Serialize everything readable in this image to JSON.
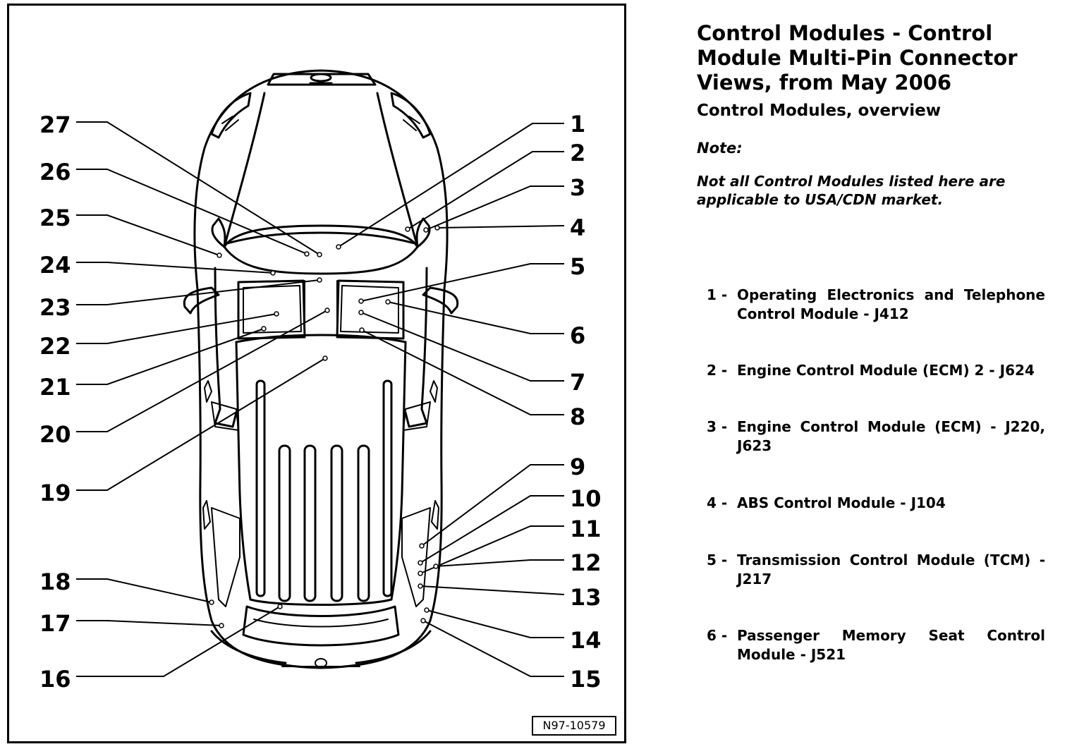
{
  "document": {
    "title": "Control Modules - Control Module Multi-Pin Connector Views, from May 2006",
    "subtitle": "Control Modules, overview",
    "note_label": "Note:",
    "note_text": "Not all Control Modules listed here are applicable to USA/CDN market."
  },
  "figure": {
    "id": "N97-10579",
    "callouts": [
      "1",
      "2",
      "3",
      "4",
      "5",
      "6",
      "7",
      "8",
      "9",
      "10",
      "11",
      "12",
      "13",
      "14",
      "15",
      "16",
      "17",
      "18",
      "19",
      "20",
      "21",
      "22",
      "23",
      "24",
      "25",
      "26",
      "27"
    ]
  },
  "legend": [
    {
      "num": "1 -",
      "text": "Operating Electronics and Telephone Control Module - J412"
    },
    {
      "num": "2 -",
      "text": "Engine Control Module (ECM) 2 - J624"
    },
    {
      "num": "3 -",
      "text": "Engine Control Module (ECM) - J220, J623"
    },
    {
      "num": "4 -",
      "text": "ABS Control Module - J104"
    },
    {
      "num": "5 -",
      "text": "Transmission Control Module (TCM) - J217"
    },
    {
      "num": "6 -",
      "text": "Passenger Memory Seat Control Module - J521"
    }
  ]
}
